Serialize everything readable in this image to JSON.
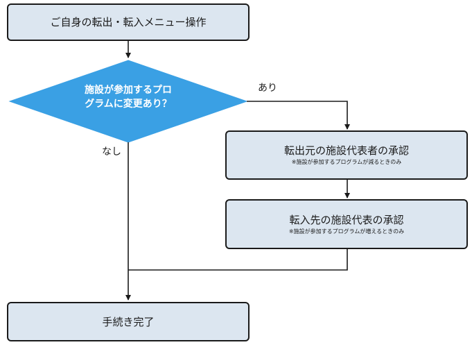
{
  "nodes": {
    "start": {
      "label": "ご自身の転出・転入メニュー操作"
    },
    "decision": {
      "line1": "施設が参加するプロ",
      "line2": "グラムに変更あり？"
    },
    "approve_out": {
      "label": "転出元の施設代表者の承認",
      "note": "※施設が参加するプログラムが減るときのみ"
    },
    "approve_in": {
      "label": "転入先の施設代表の承認",
      "note": "※施設が参加するプログラムが増えるときのみ"
    },
    "end": {
      "label": "手続き完了"
    }
  },
  "edges": {
    "yes_label": "あり",
    "no_label": "なし"
  },
  "colors": {
    "box_fill": "#dce6f0",
    "decision_fill": "#3aa0e4",
    "stroke": "#1a1a1a"
  }
}
